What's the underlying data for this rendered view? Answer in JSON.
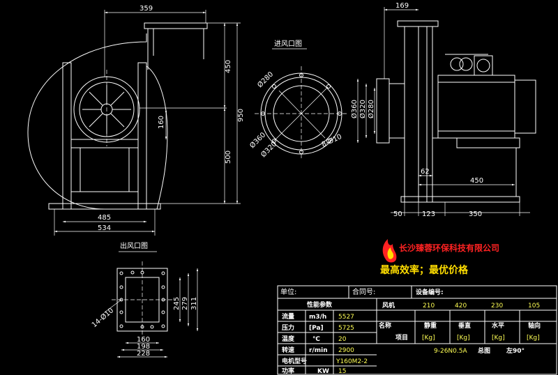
{
  "drawing": {
    "colors": {
      "background": "#000000",
      "lines": "#ffffff",
      "text_yellow": "#ffff55",
      "company_red": "#ff2222",
      "slogan_yellow": "#ffdd00"
    },
    "front_view": {
      "dims": {
        "top_width": "359",
        "height_upper": "450",
        "height_total": "950",
        "height_lower": "500",
        "hub_height": "160",
        "base_inner": "485",
        "base_outer": "534"
      }
    },
    "inlet_view": {
      "title": "进风口图",
      "dims": {
        "d_inner": "Ø280",
        "d_outer": "Ø360",
        "d_bolt": "Ø320",
        "holes": "8-Ø10"
      }
    },
    "outlet_view": {
      "title": "出风口图",
      "dims": {
        "holes": "14-Ø10",
        "h1": "245",
        "h2": "279",
        "h3": "311",
        "w1": "160",
        "w2": "198",
        "w3": "228"
      }
    },
    "side_view": {
      "dims": {
        "top": "169",
        "d1": "Ø360",
        "d2": "Ø320",
        "d3": "Ø280",
        "offset": "62",
        "length": "450",
        "left": "50",
        "mid": "123",
        "right": "350"
      }
    },
    "company": {
      "name": "长沙臻蓉环保科技有限公司",
      "slogan": "最高效率；最优价格"
    },
    "title_block": {
      "unit_label": "单位:",
      "contract_label": "合同号:",
      "device_label": "设备编号:",
      "perf_header": "性能参数",
      "rows": [
        {
          "label": "流量",
          "unit": "m3/h",
          "value": "5527"
        },
        {
          "label": "压力",
          "unit": "[Pa]",
          "value": "5725"
        },
        {
          "label": "温度",
          "unit": "℃",
          "value": "20"
        },
        {
          "label": "转速",
          "unit": "r/min",
          "value": "2900"
        },
        {
          "label": "电机型号",
          "unit": "",
          "value": "Y160M2-2"
        },
        {
          "label": "功率",
          "unit": "KW",
          "value": "15"
        }
      ],
      "fan_label": "风机",
      "name_label": "名称",
      "item_label": "项目",
      "weights": [
        "210",
        "420",
        "230",
        "105"
      ],
      "weight_cols": [
        {
          "name": "静重",
          "unit": "[Kg]"
        },
        {
          "name": "垂直",
          "unit": "[Kg]"
        },
        {
          "name": "水平",
          "unit": "[Kg]"
        },
        {
          "name": "轴向",
          "unit": "[Kg]"
        }
      ],
      "model": "9-26N0.5A",
      "total_label": "总图",
      "rotation": "左90°"
    }
  }
}
